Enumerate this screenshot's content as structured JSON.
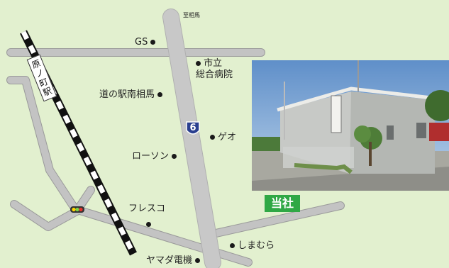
{
  "map": {
    "direction_label": "至相馬",
    "station_name": "原ノ町駅",
    "route_number": "6",
    "company_label": "当社",
    "places": {
      "gs": "GS",
      "city_hospital_line1": "市立",
      "city_hospital_line2": "総合病院",
      "michinoeki": "道の駅南相馬",
      "geo": "ゲオ",
      "lawson": "ローソン",
      "fresco": "フレスコ",
      "shimamura": "しまむら",
      "yamada": "ヤマダ電機"
    },
    "colors": {
      "background": "#e2f0cf",
      "road": "#c3c3c3",
      "company_badge": "#2fa845",
      "route_shield": "#2a3f8f"
    }
  }
}
